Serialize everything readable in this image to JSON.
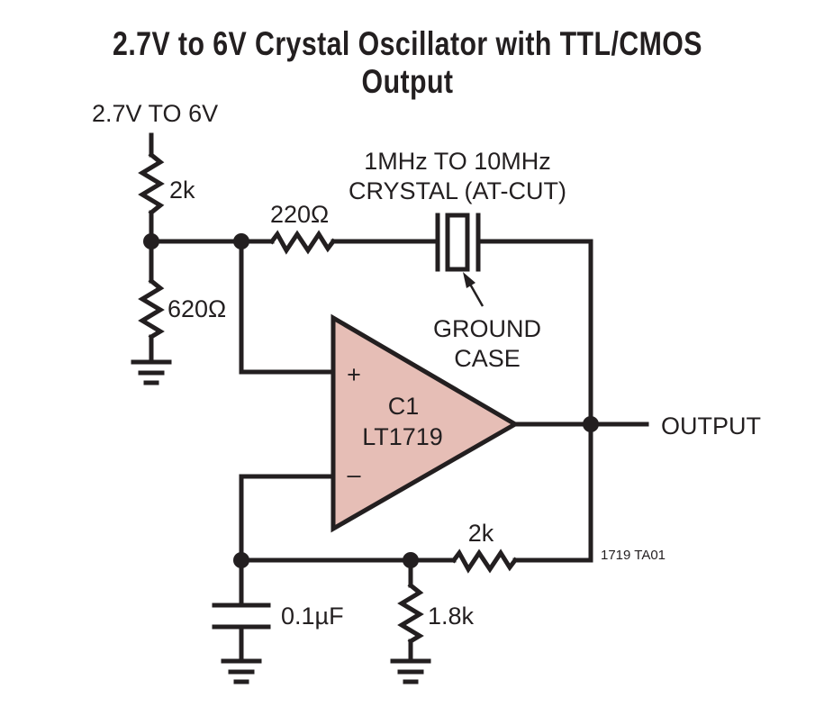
{
  "title": "2.7V to 6V Crystal Oscillator with TTL/CMOS Output",
  "colors": {
    "ink": "#231f20",
    "comparator_fill": "#e6beb6"
  },
  "supply": {
    "label": "2.7V TO 6V"
  },
  "components": {
    "r_top": {
      "label": "2k"
    },
    "r_bottom": {
      "label": "620Ω"
    },
    "r_series": {
      "label": "220Ω"
    },
    "crystal": {
      "label_line1": "1MHz TO 10MHz",
      "label_line2": "CRYSTAL (AT-CUT)",
      "note_line1": "GROUND",
      "note_line2": "CASE"
    },
    "comparator": {
      "ref": "C1",
      "part": "LT1719",
      "plus": "+",
      "minus": "–"
    },
    "r_feedback": {
      "label": "2k"
    },
    "capacitor": {
      "label": "0.1µF"
    },
    "r_ground": {
      "label": "1.8k"
    }
  },
  "output": {
    "label": "OUTPUT"
  },
  "figure_id": "1719 TA01"
}
